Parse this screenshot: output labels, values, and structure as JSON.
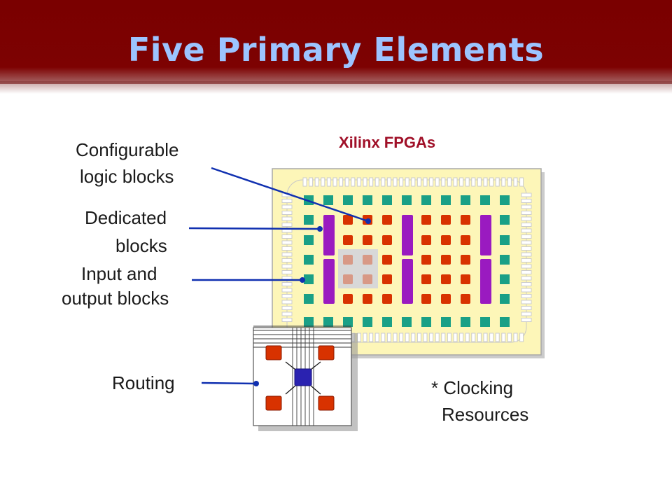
{
  "slide": {
    "title": "Five Primary Elements",
    "subtitle": "Xilinx FPGAs"
  },
  "labels": {
    "clb_line1": "Configurable",
    "clb_line2": "logic blocks",
    "dedicated_line1": "Dedicated",
    "dedicated_line2": "blocks",
    "io_line1": "Input and",
    "io_line2": "output blocks",
    "routing": "Routing",
    "clocking_line1": "* Clocking",
    "clocking_line2": "Resources"
  },
  "colors": {
    "header": "#7d0000",
    "title": "#9cc4ff",
    "subtitle": "#a01028",
    "chip_background": "#fdf6b8",
    "io_pad": "#cccccc",
    "io_block": "#1aa086",
    "logic_block": "#d83200",
    "dedicated_block": "#9a1ac0",
    "highlight": "#d8d8d8",
    "routing_switch": "#2a22b0",
    "leader_line": "#1030b0"
  }
}
